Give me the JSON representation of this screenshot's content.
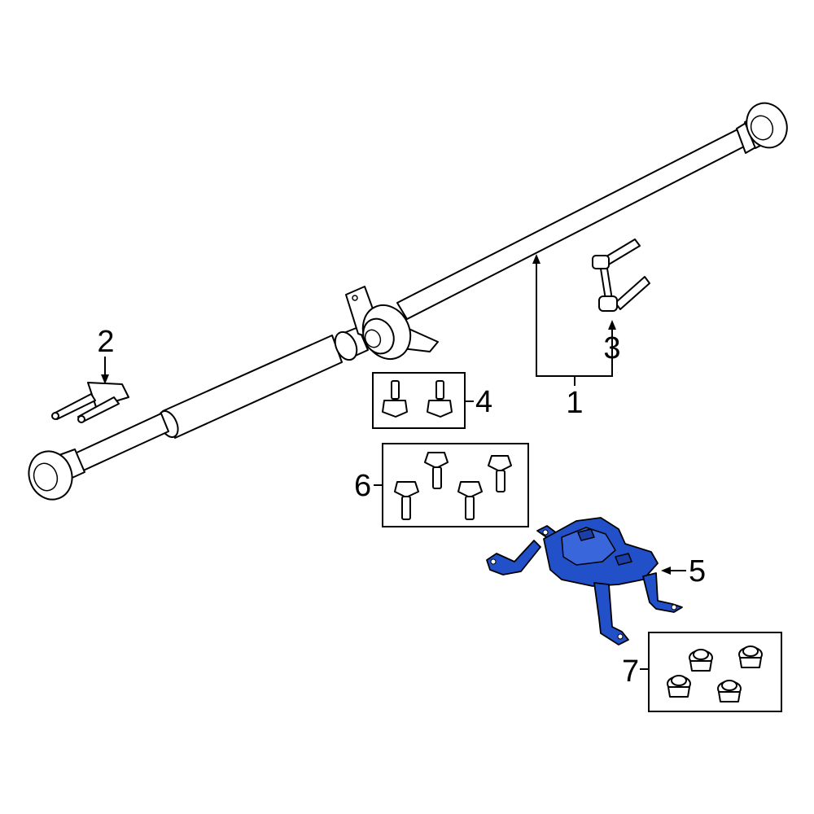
{
  "callouts": {
    "c1": "1",
    "c2": "2",
    "c3": "3",
    "c4": "4",
    "c5": "5",
    "c6": "6",
    "c7": "7"
  },
  "colors": {
    "highlight": "#2250c8",
    "line": "#000000",
    "background": "#ffffff"
  },
  "highlighted_part": "5"
}
